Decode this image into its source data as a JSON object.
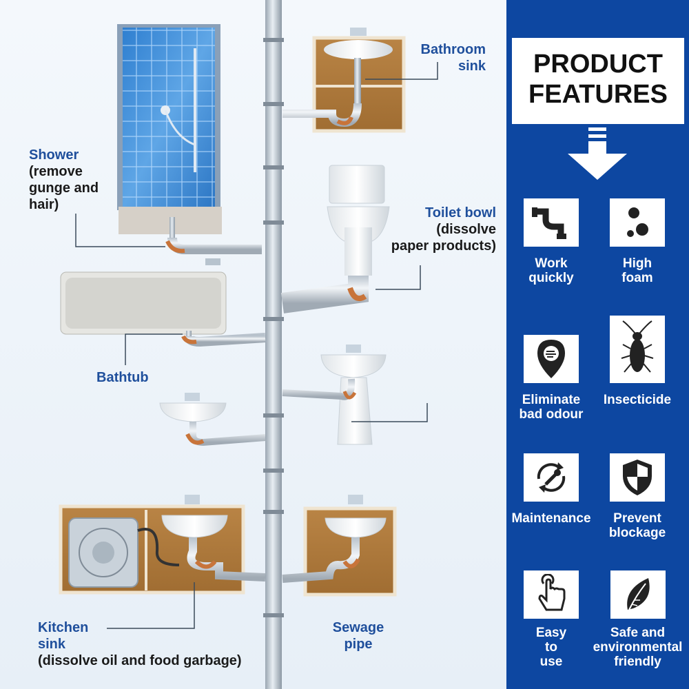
{
  "labels": {
    "bathroom_sink": [
      "Bathroom",
      "sink"
    ],
    "shower": [
      "Shower",
      "(remove",
      "gunge and",
      "hair)"
    ],
    "toilet_bowl": [
      "Toilet bowl",
      "(dissolve",
      "paper products)"
    ],
    "bathtub": "Bathtub",
    "kitchen_sink": [
      "Kitchen",
      "sink",
      "(dissolve oil and food garbage)"
    ],
    "sewage_pipe": [
      "Sewage",
      "pipe"
    ]
  },
  "panel": {
    "title": [
      "PRODUCT",
      "FEATURES"
    ],
    "features": [
      {
        "lines": [
          "Work",
          "quickly"
        ],
        "icon": "pipe-icon"
      },
      {
        "lines": [
          "High",
          "foam"
        ],
        "icon": "bubbles-icon"
      },
      {
        "lines": [
          "Eliminate",
          "bad odour"
        ],
        "icon": "odour-pin-icon"
      },
      {
        "lines": [
          "Insecticide"
        ],
        "icon": "cockroach-icon"
      },
      {
        "lines": [
          "Maintenance"
        ],
        "icon": "wrench-cycle-icon"
      },
      {
        "lines": [
          "Prevent",
          "blockage"
        ],
        "icon": "shield-icon"
      },
      {
        "lines": [
          "Easy",
          "to",
          "use"
        ],
        "icon": "hand-tap-icon"
      },
      {
        "lines": [
          "Safe and",
          "environmental",
          "friendly"
        ],
        "icon": "leaf-icon"
      }
    ]
  },
  "colors": {
    "panel_bg": "#0d47a1",
    "label_blue": "#1f4f9c",
    "cabinet": "#b07a3c",
    "residue": "#c8743a"
  }
}
